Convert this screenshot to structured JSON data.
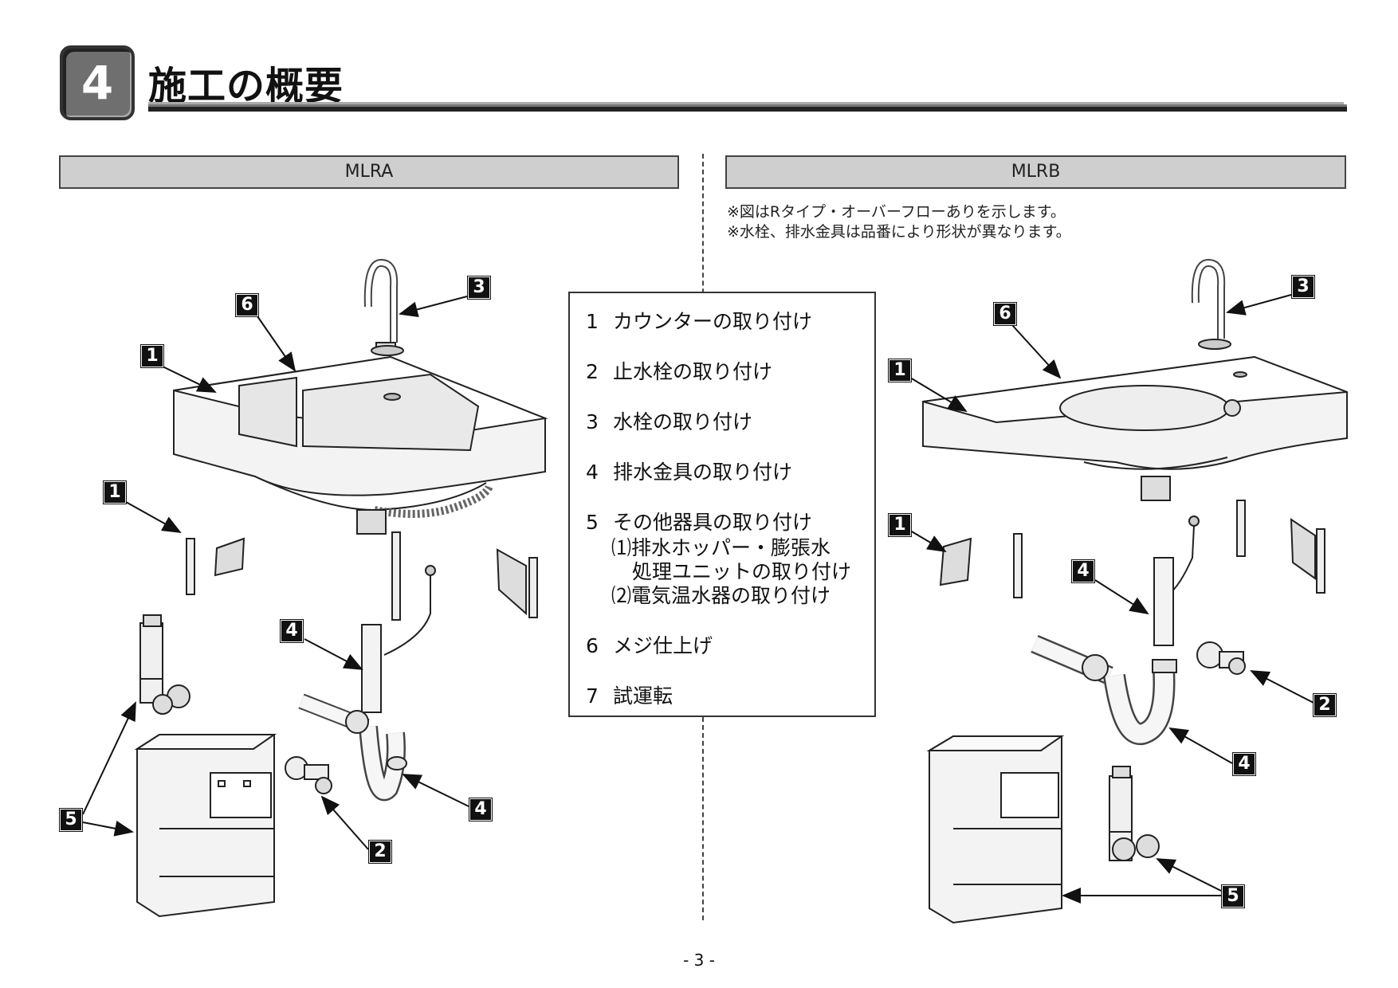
{
  "header": {
    "section_number": "4",
    "section_title": "施工の概要"
  },
  "models": {
    "left": "MLRA",
    "right": "MLRB"
  },
  "notes": [
    "※図はRタイプ・オーバーフローありを示します。",
    "※水栓、排水金具は品番により形状が異なります。"
  ],
  "steps": [
    {
      "num": "1",
      "label": "カウンターの取り付け"
    },
    {
      "num": "2",
      "label": "止水栓の取り付け"
    },
    {
      "num": "3",
      "label": "水栓の取り付け"
    },
    {
      "num": "4",
      "label": "排水金具の取り付け"
    },
    {
      "num": "5",
      "label": "その他器具の取り付け"
    },
    {
      "num": "6",
      "label": "メジ仕上げ"
    },
    {
      "num": "7",
      "label": "試運転"
    }
  ],
  "substeps": [
    {
      "marker": "⑴",
      "lines": [
        "排水ホッパー・膨張水",
        "処理ユニットの取り付け"
      ]
    },
    {
      "marker": "⑵",
      "lines": [
        "電気温水器の取り付け"
      ]
    }
  ],
  "callouts": {
    "left": [
      "6",
      "3",
      "1",
      "1",
      "4",
      "4",
      "2",
      "5"
    ],
    "right": [
      "6",
      "3",
      "1",
      "1",
      "4",
      "2",
      "4",
      "5"
    ]
  },
  "page_number": "- 3 -"
}
